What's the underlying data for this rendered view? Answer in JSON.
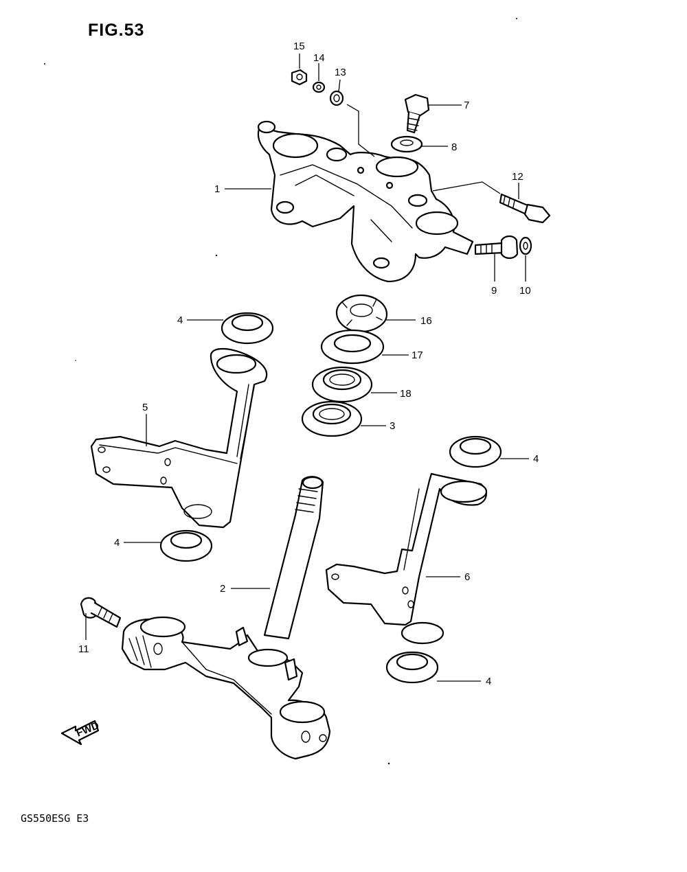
{
  "figure": {
    "title": "FIG.53"
  },
  "footer": {
    "model_code": "GS550ESG E3"
  },
  "fwd_arrow": {
    "label": "FWD"
  },
  "callouts": [
    {
      "id": "c1",
      "label": "1"
    },
    {
      "id": "c2",
      "label": "2"
    },
    {
      "id": "c3",
      "label": "3"
    },
    {
      "id": "c4a",
      "label": "4"
    },
    {
      "id": "c4b",
      "label": "4"
    },
    {
      "id": "c4c",
      "label": "4"
    },
    {
      "id": "c4d",
      "label": "4"
    },
    {
      "id": "c5",
      "label": "5"
    },
    {
      "id": "c6",
      "label": "6"
    },
    {
      "id": "c7",
      "label": "7"
    },
    {
      "id": "c8",
      "label": "8"
    },
    {
      "id": "c9",
      "label": "9"
    },
    {
      "id": "c10",
      "label": "10"
    },
    {
      "id": "c11",
      "label": "11"
    },
    {
      "id": "c12",
      "label": "12"
    },
    {
      "id": "c13",
      "label": "13"
    },
    {
      "id": "c14",
      "label": "14"
    },
    {
      "id": "c15",
      "label": "15"
    },
    {
      "id": "c16",
      "label": "16"
    },
    {
      "id": "c17",
      "label": "17"
    },
    {
      "id": "c18",
      "label": "18"
    }
  ]
}
